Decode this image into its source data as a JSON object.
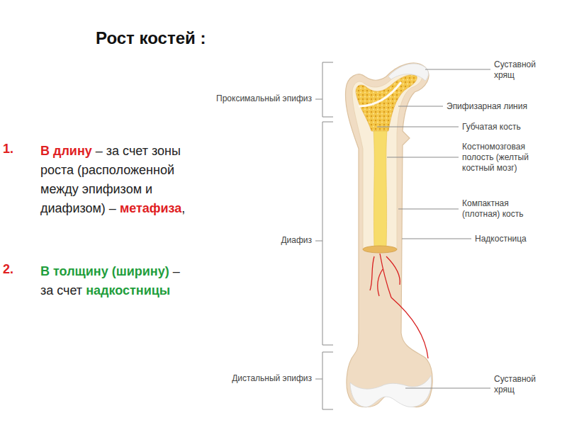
{
  "diagram": {
    "title": "Рост костей :",
    "labels": [
      "1.",
      "В длину",
      "– за счет зоны роста (расположенной между эпифизом и диафизом) –",
      "метафиза",
      ",",
      "2.",
      "В толщину (ширину)",
      "– за счет",
      "надкостницы",
      "Суставной хрящ",
      "Эпифизарная линия",
      "Губчатая кость",
      "Костномозговая полость (желтый костный мозг)",
      "Компактная (плотная) кость",
      "Надкостница",
      "Проксимальный эпифиз",
      "Диафиз",
      "Дистальный эпифиз",
      "Суставной хрящ"
    ]
  }
}
